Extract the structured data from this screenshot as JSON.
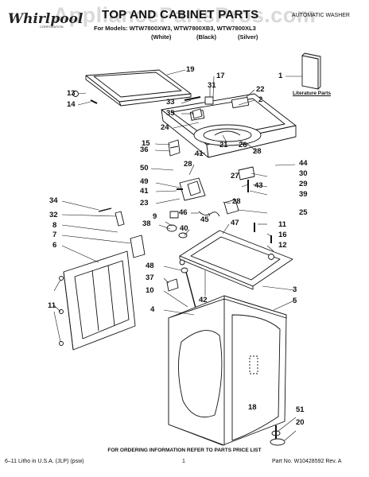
{
  "watermark": "AppliancePartsPros.com",
  "header": {
    "brand": "Whirlpool",
    "brand_sub": "CORPORATION",
    "title": "TOP AND CABINET PARTS",
    "models": "For Models: WTW7800XW3, WTW7800XB3, WTW7800XL3",
    "variants": [
      "(White)",
      "(Black)",
      "(Silver)"
    ],
    "product_type": "AUTOMATIC WASHER"
  },
  "literature": {
    "label": "Literature Parts"
  },
  "callouts": [
    "1",
    "2",
    "3",
    "4",
    "5",
    "6",
    "7",
    "8",
    "9",
    "10",
    "11",
    "11",
    "11",
    "12",
    "13",
    "14",
    "15",
    "16",
    "17",
    "18",
    "19",
    "20",
    "21",
    "22",
    "23",
    "24",
    "25",
    "26",
    "27",
    "28",
    "28",
    "28",
    "29",
    "30",
    "31",
    "32",
    "33",
    "34",
    "35",
    "36",
    "37",
    "38",
    "39",
    "40",
    "41",
    "41",
    "42",
    "43",
    "44",
    "45",
    "46",
    "47",
    "48",
    "49",
    "50",
    "51"
  ],
  "order_note": "FOR ORDERING INFORMATION REFER TO PARTS PRICE LIST",
  "footer": {
    "left": "6–11 Litho in U.S.A. (JLP) (psw)",
    "center": "1",
    "right": "Part No. W10428592 Rev. A"
  },
  "colors": {
    "ink": "#111111",
    "watermark": "#9a9a9a"
  }
}
